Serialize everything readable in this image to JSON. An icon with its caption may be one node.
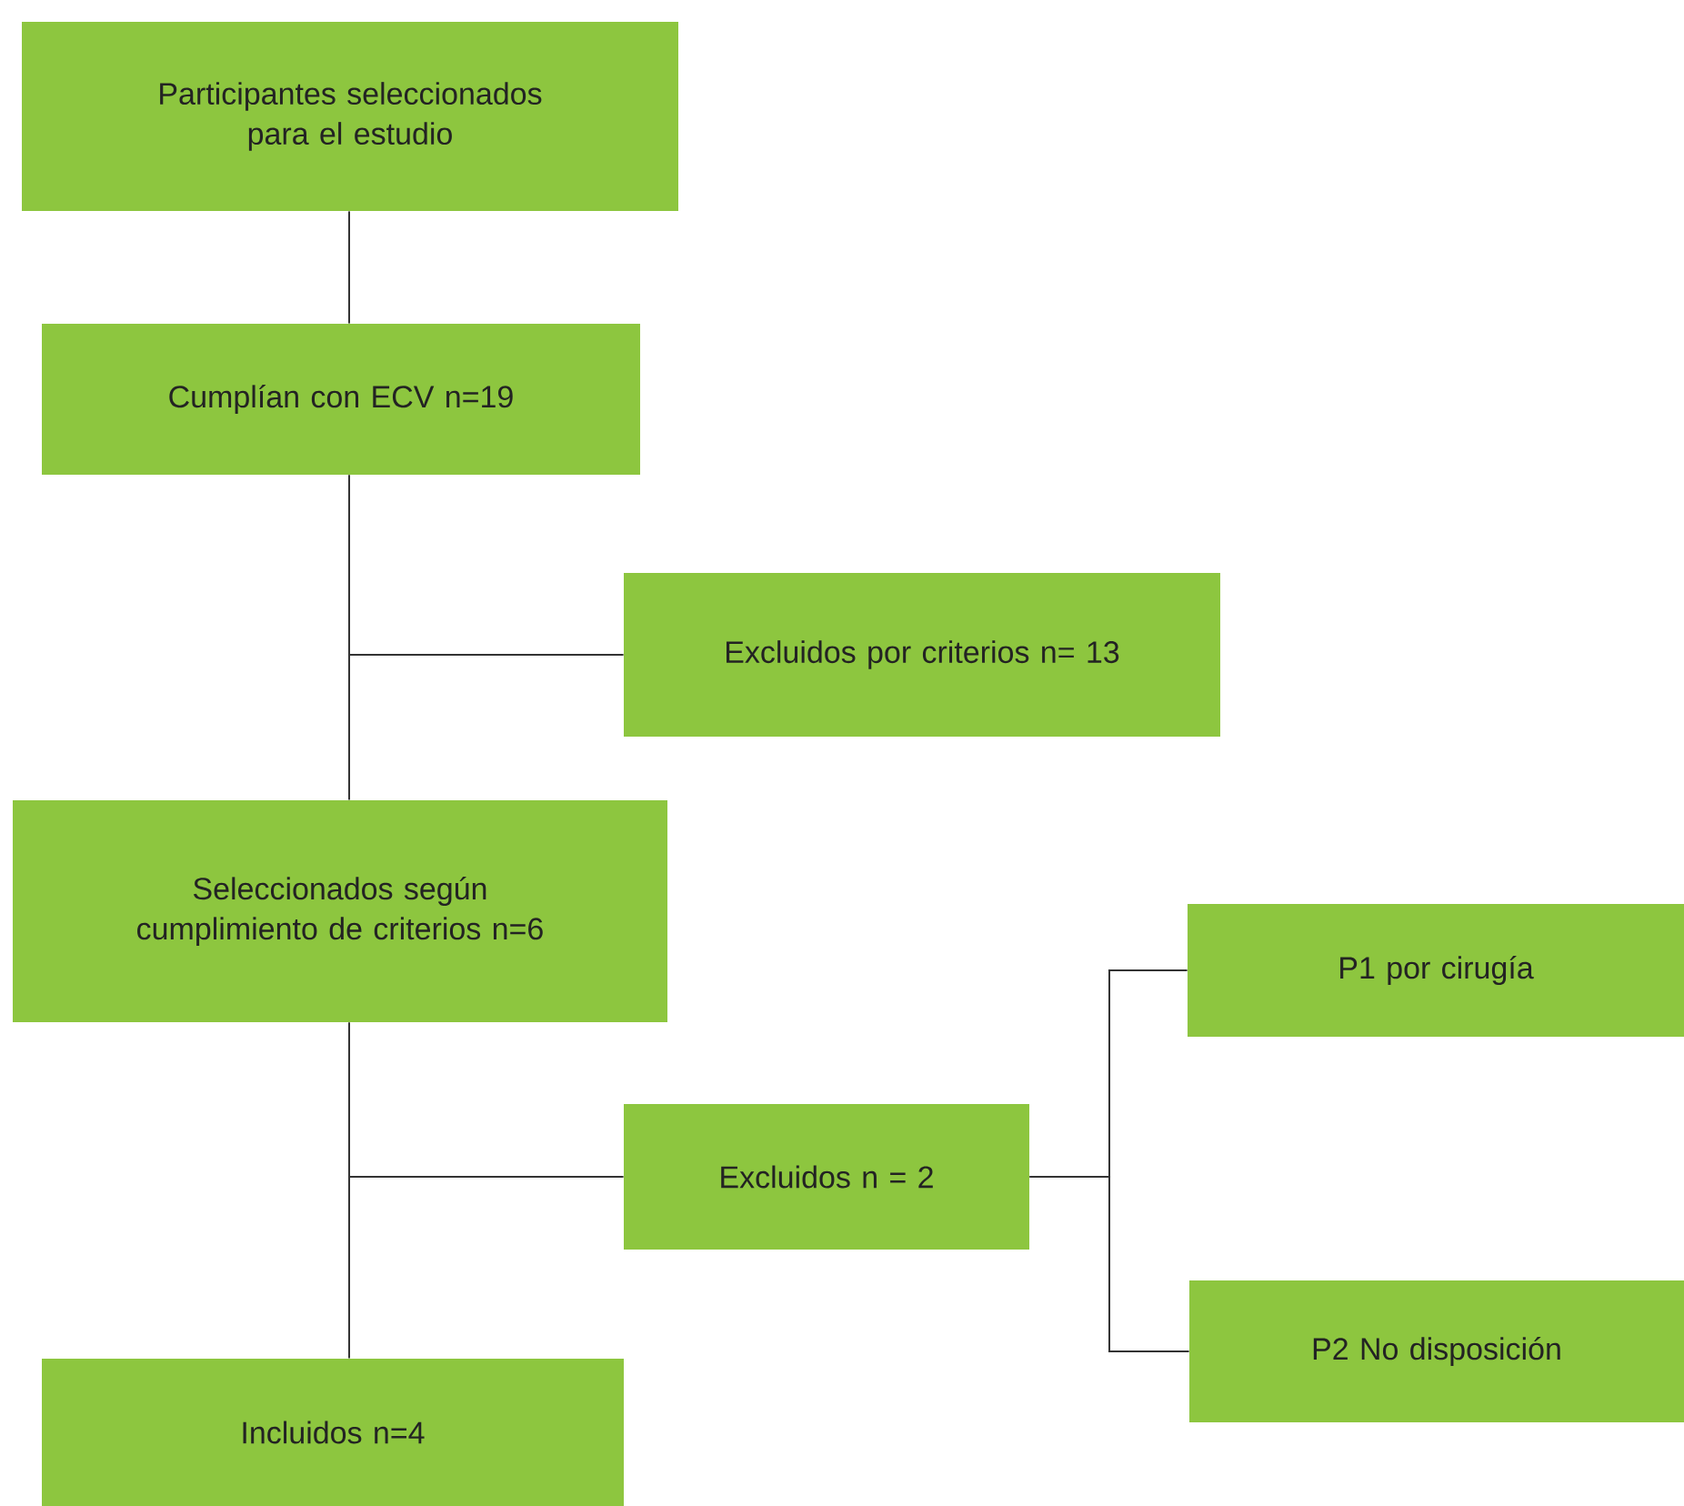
{
  "diagram": {
    "nodes": [
      {
        "text": [
          "Participantes  seleccionados para el estudio"
        ]
      },
      {
        "text": [
          "Cumplían con ECV n=19"
        ]
      },
      {
        "text": [
          "Excluidos por criterios n= 13"
        ]
      },
      {
        "text": [
          "Seleccionados según cumplimiento de criterios n=6"
        ]
      },
      {
        "text": [
          "Excluidos n = 2"
        ]
      },
      {
        "text": [
          "P1 por cirugía"
        ]
      },
      {
        "text": [
          "P2 No disposición"
        ]
      },
      {
        "text": [
          "Incluidos n=4"
        ]
      }
    ],
    "edges": [
      {
        "from": 0,
        "to": 1,
        "arrow": "none"
      },
      {
        "from": 1,
        "to": 3,
        "arrow": "none"
      },
      {
        "from": 1,
        "to": 2,
        "arrow": "none"
      },
      {
        "from": 3,
        "to": 7,
        "arrow": "none"
      },
      {
        "from": 3,
        "to": 4,
        "arrow": "none"
      },
      {
        "from": 4,
        "to": 5,
        "arrow": "none"
      },
      {
        "from": 4,
        "to": 6,
        "arrow": "none"
      }
    ]
  }
}
